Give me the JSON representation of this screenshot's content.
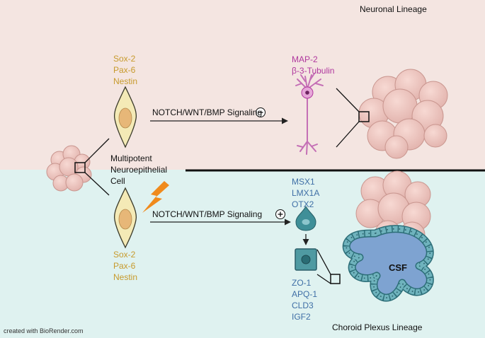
{
  "lineages": {
    "neuronal": "Neuronal Lineage",
    "choroid": "Choroid Plexus Lineage"
  },
  "progenitor": {
    "label_line1": "Multipotent",
    "label_line2": "Neuroepithelial",
    "label_line3": "Cell",
    "markers_top": [
      "Sox-2",
      "Pax-6",
      "Nestin"
    ],
    "markers_bottom": [
      "Sox-2",
      "Pax-6",
      "Nestin"
    ]
  },
  "signaling": {
    "top": "NOTCH/WNT/BMP Signaling",
    "top_sign": "-",
    "bottom": "NOTCH/WNT/BMP Signaling",
    "bottom_sign": "+"
  },
  "neuron_markers": [
    "MAP-2",
    "β-3-Tubulin"
  ],
  "choroid_early_markers": [
    "MSX1",
    "LMX1A",
    "OTX2"
  ],
  "choroid_late_markers": [
    "ZO-1",
    "APQ-1",
    "CLD3",
    "IGF2"
  ],
  "csf_label": "CSF",
  "credit": "created with BioRender.com",
  "colors": {
    "top_bg": "#f4e5e1",
    "bottom_bg": "#dff2f0",
    "marker_gold": "#c79a2c",
    "neuron_magenta": "#b0389e",
    "choroid_blue": "#3f6fa6",
    "lightning": "#f08a1c"
  },
  "icons": [
    "organoid-icon",
    "progenitor-cell-icon",
    "neuron-icon",
    "lightning-icon",
    "choroid-cell-icon",
    "choroid-plexus-icon"
  ]
}
